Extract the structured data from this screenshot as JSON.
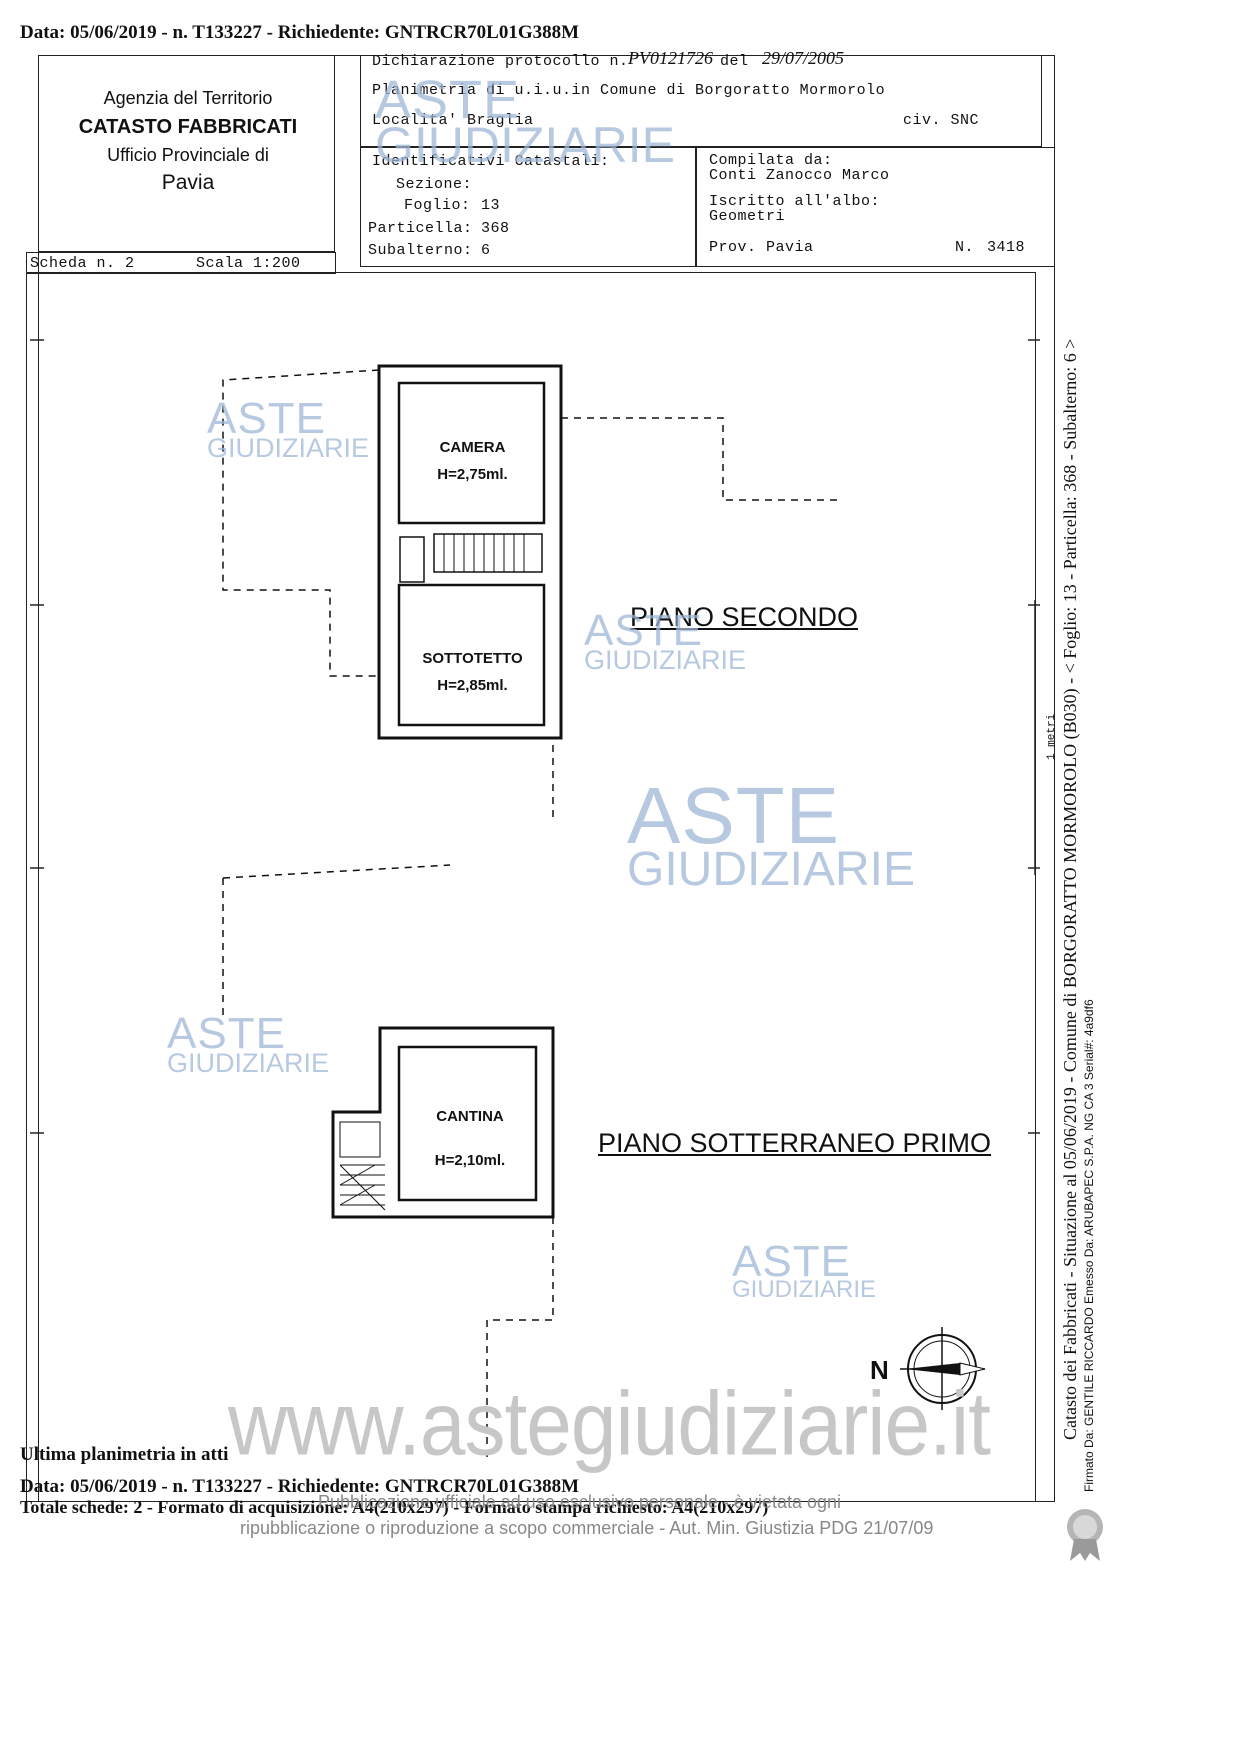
{
  "header": {
    "top_line": "Data: 05/06/2019 - n. T133227 - Richiedente: GNTRCR70L01G388M"
  },
  "agency": {
    "line1": "Agenzia del Territorio",
    "line2": "CATASTO FABBRICATI",
    "line3": "Ufficio Provinciale di",
    "line4": "Pavia"
  },
  "declaration": {
    "protocol_label": "Dichiarazione protocollo n.",
    "protocol_number": "PV0121726",
    "date_label": "del",
    "date": "29/07/2005",
    "planimetry": "Planimetria di u.i.u.in Comune di Borgoratto Mormorolo",
    "locality": "Localita' Braglia",
    "civ": "civ. SNC"
  },
  "identifiers": {
    "title": "Identificativi Catastali:",
    "sezione": "Sezione:",
    "foglio_label": "Foglio:",
    "foglio": "13",
    "particella_label": "Particella:",
    "particella": "368",
    "subalterno_label": "Subalterno:",
    "subalterno": "6"
  },
  "compiler": {
    "compiled_label": "Compilata da:",
    "name": "Conti Zanocco Marco",
    "register_label": "Iscritto all'albo:",
    "register": "Geometri",
    "province": "Prov. Pavia",
    "number_label": "N.",
    "number": "3418"
  },
  "sheet": {
    "scheda": "Scheda n. 2",
    "scala": "Scala 1:200"
  },
  "plans": {
    "floor2_title": "PIANO SECONDO",
    "basement_title": "PIANO SOTTERRANEO PRIMO",
    "rooms": [
      {
        "name": "CAMERA",
        "height": "H=2,75ml."
      },
      {
        "name": "SOTTOTETTO",
        "height": "H=2,85ml."
      },
      {
        "name": "CANTINA",
        "height": "H=2,10ml."
      }
    ],
    "north": "N",
    "scale_mark": "1 metri"
  },
  "watermark": {
    "line1": "ASTE",
    "line2": "GIUDIZIARIE",
    "site": "www.astegiudiziarie.it"
  },
  "footer": {
    "last": "Ultima planimetria in atti",
    "data_line": "Data: 05/06/2019 - n. T133227 - Richiedente: GNTRCR70L01G388M",
    "totals": "Totale schede: 2 - Formato di acquisizione: A4(210x297) - Formato stampa richiesto: A4(210x297)",
    "notice1": "Pubblicazione ufficiale ad uso esclusivo personale - è vietata ogni",
    "notice2": "ripubblicazione o riproduzione a scopo commerciale - Aut. Min. Giustizia PDG 21/07/09"
  },
  "side": {
    "vertical_main": "Catasto dei Fabbricati - Situazione al 05/06/2019 - Comune di BORGORATTO MORMOROLO (B030) - < Foglio: 13 - Particella: 368 - Subalterno: 6 >",
    "vertical_small": "Firmato Da: GENTILE RICCARDO Emesso Da: ARUBAPEC S.P.A. NG CA 3 Serial#: 4a9df6"
  }
}
